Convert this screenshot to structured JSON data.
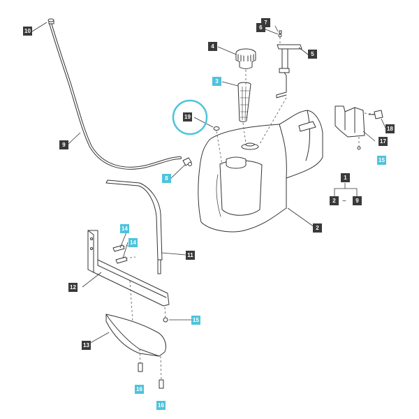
{
  "diagram": {
    "highlight_color": "#4ec3dc",
    "label_dark_color": "#3a3a3a",
    "circled_part": "19",
    "range_symbol": "~",
    "callouts": [
      {
        "id": "c10",
        "text": "10",
        "style": "dark"
      },
      {
        "id": "c9",
        "text": "9",
        "style": "dark"
      },
      {
        "id": "c8",
        "text": "8",
        "style": "cyan"
      },
      {
        "id": "c7",
        "text": "7",
        "style": "dark"
      },
      {
        "id": "c6",
        "text": "6",
        "style": "dark"
      },
      {
        "id": "c4",
        "text": "4",
        "style": "dark"
      },
      {
        "id": "c5",
        "text": "5",
        "style": "dark"
      },
      {
        "id": "c3",
        "text": "3",
        "style": "cyan"
      },
      {
        "id": "c19",
        "text": "19",
        "style": "dark"
      },
      {
        "id": "c18",
        "text": "18",
        "style": "dark"
      },
      {
        "id": "c17",
        "text": "17",
        "style": "dark"
      },
      {
        "id": "c15a",
        "text": "15",
        "style": "cyan"
      },
      {
        "id": "c1",
        "text": "1",
        "style": "dark"
      },
      {
        "id": "c2r",
        "text": "2",
        "style": "dark"
      },
      {
        "id": "c9r",
        "text": "9",
        "style": "dark"
      },
      {
        "id": "c2",
        "text": "2",
        "style": "dark"
      },
      {
        "id": "c14a",
        "text": "14",
        "style": "cyan"
      },
      {
        "id": "c14b",
        "text": "14",
        "style": "cyan"
      },
      {
        "id": "c11",
        "text": "11",
        "style": "dark"
      },
      {
        "id": "c12",
        "text": "12",
        "style": "dark"
      },
      {
        "id": "c15b",
        "text": "15",
        "style": "cyan"
      },
      {
        "id": "c13",
        "text": "13",
        "style": "dark"
      },
      {
        "id": "c16a",
        "text": "16",
        "style": "cyan"
      },
      {
        "id": "c16b",
        "text": "16",
        "style": "cyan"
      }
    ]
  }
}
